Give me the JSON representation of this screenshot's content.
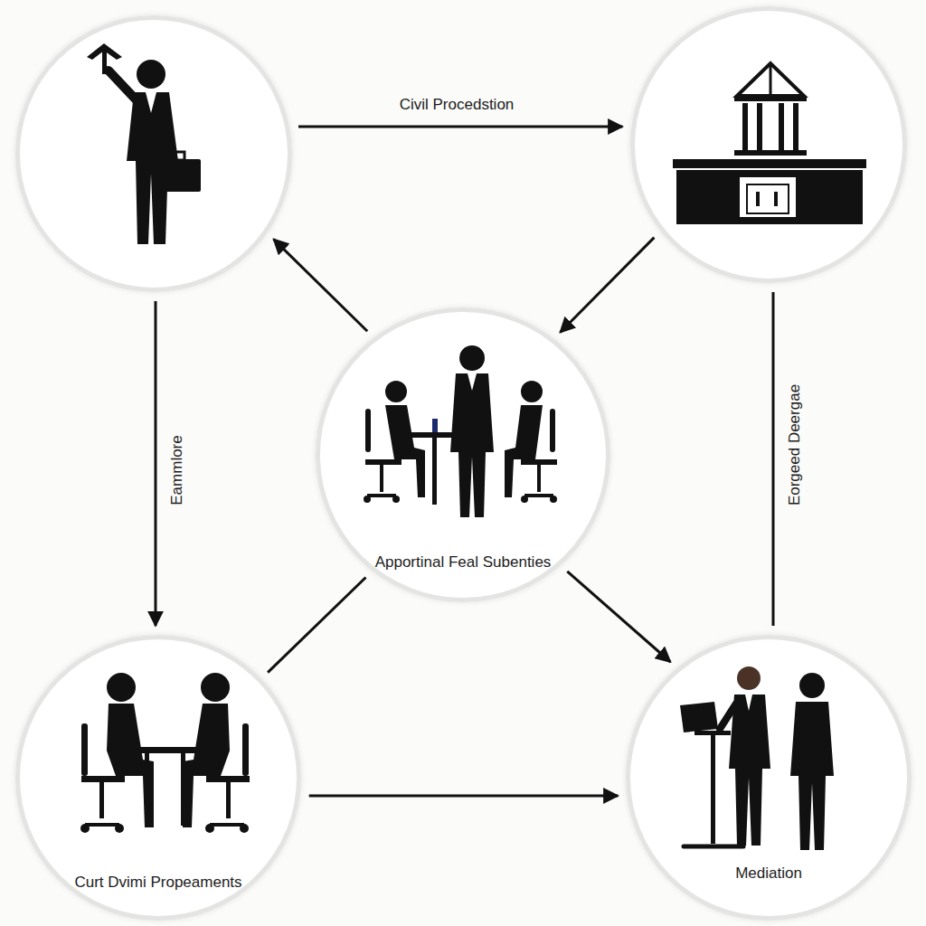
{
  "diagram": {
    "nodes": [
      {
        "text": []
      },
      {
        "text": []
      },
      {
        "text": [
          "Apportinal Feal Subenties"
        ]
      },
      {
        "text": [
          "Curt Dvimi Propeaments"
        ]
      },
      {
        "text": [
          "Mediation"
        ]
      }
    ],
    "edges": [
      {
        "from": 0,
        "to": 1,
        "arrow": "to",
        "label": "Civil Procedstion"
      },
      {
        "from": 0,
        "to": 3,
        "arrow": "to",
        "label": "Eammlore"
      },
      {
        "from": 1,
        "to": 2,
        "arrow": "to"
      },
      {
        "from": 2,
        "to": 0,
        "arrow": "to"
      },
      {
        "from": 2,
        "to": 4,
        "arrow": "to"
      },
      {
        "from": 3,
        "to": 2,
        "arrow": "none"
      },
      {
        "from": 3,
        "to": 4,
        "arrow": "to"
      },
      {
        "from": 1,
        "to": 4,
        "arrow": "none",
        "label": "Eorgeed Deergae"
      }
    ]
  }
}
